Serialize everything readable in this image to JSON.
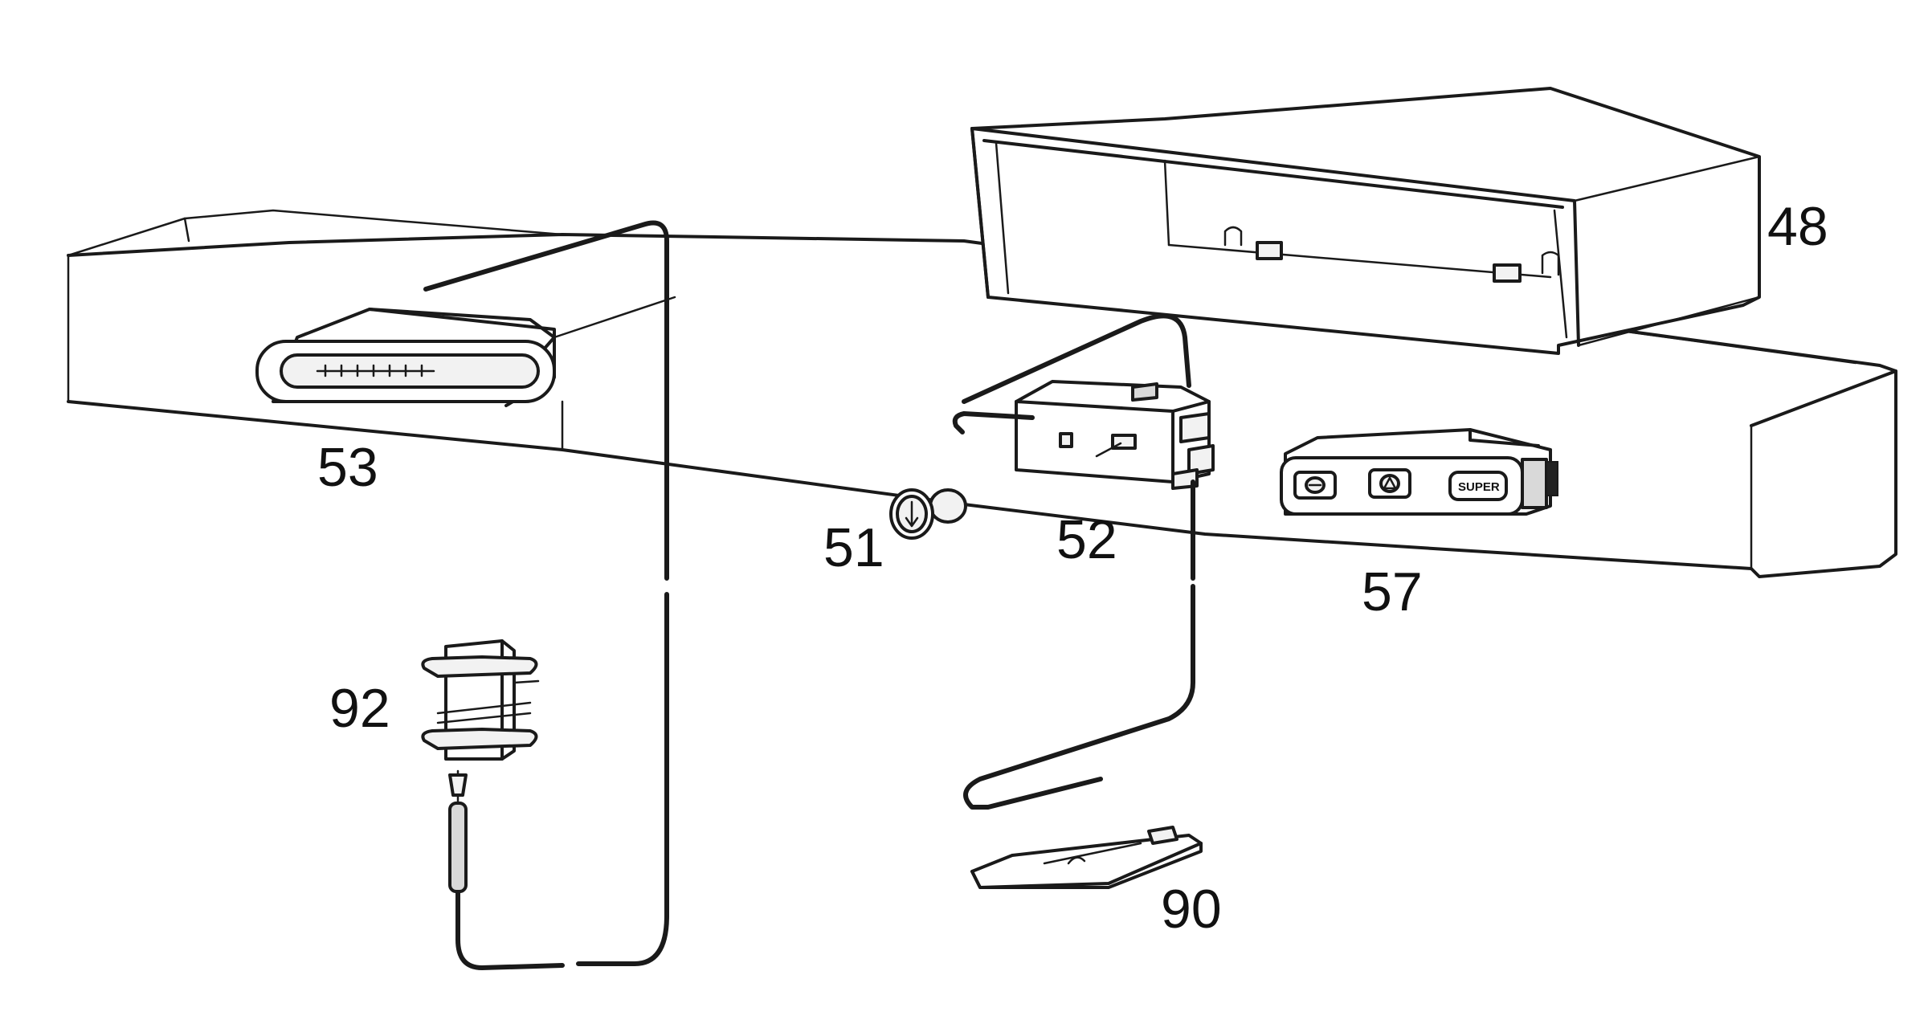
{
  "diagram": {
    "type": "exploded-parts-drawing",
    "parts": [
      {
        "id": "48",
        "label": "48"
      },
      {
        "id": "51",
        "label": "51"
      },
      {
        "id": "52",
        "label": "52"
      },
      {
        "id": "53",
        "label": "53"
      },
      {
        "id": "57",
        "label": "57"
      },
      {
        "id": "90",
        "label": "90"
      },
      {
        "id": "92",
        "label": "92"
      }
    ],
    "control_panel_buttons": [
      {
        "icon": "minus-icon",
        "text": ""
      },
      {
        "icon": "triangle-icon",
        "text": ""
      },
      {
        "label": "SUPER"
      }
    ]
  }
}
